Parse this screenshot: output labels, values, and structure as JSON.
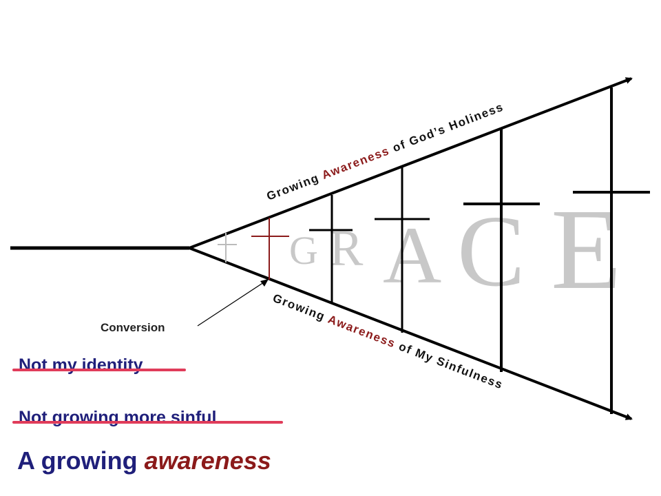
{
  "top_edge_label": {
    "prefix": "Growing ",
    "highlight": "Awareness",
    "suffix": " of God’s Holiness"
  },
  "bottom_edge_label": {
    "prefix": "Growing ",
    "highlight": "Awareness",
    "suffix": " of My Sinfulness"
  },
  "grace_letters": [
    "G",
    "R",
    "A",
    "C",
    "E"
  ],
  "conversion_label": "Conversion",
  "statements": {
    "not_identity": "Not my identity",
    "not_more_sinful": "Not growing more sinful",
    "growing_prefix": "A growing ",
    "growing_emphasis": "awareness"
  },
  "colors": {
    "line": "#000000",
    "highlight": "#8b1a1a",
    "conversion_cross": "#8b1a1a",
    "navy_text": "#1f1f7a",
    "strike": "#e03c5a",
    "grace_letters": "#c8c8c8"
  }
}
